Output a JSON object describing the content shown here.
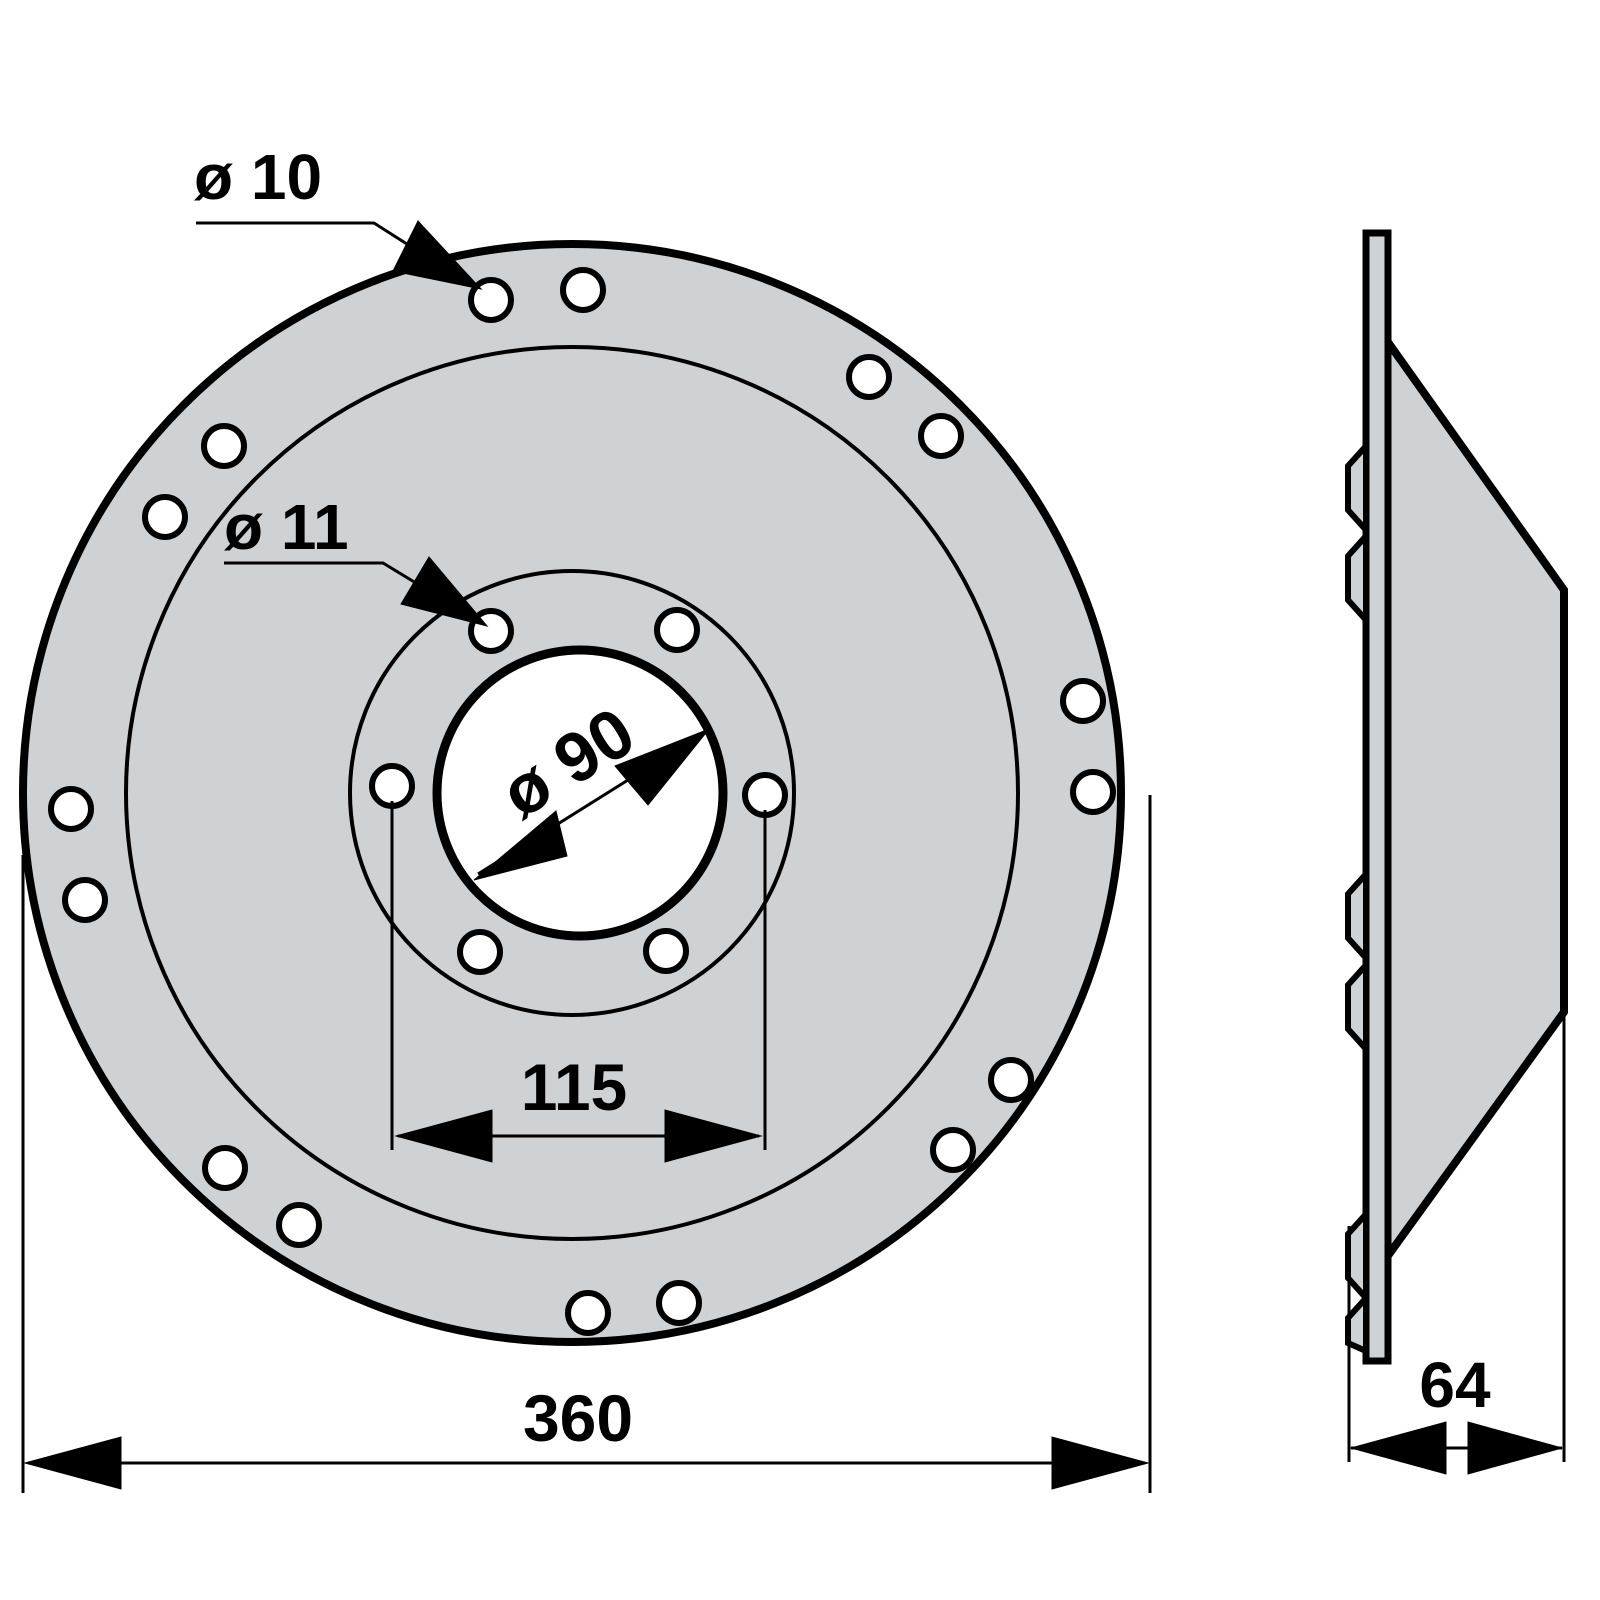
{
  "labels": {
    "hole_small": "ø 10",
    "hole_bolt": "ø 11",
    "bore": "ø 90",
    "bolt_spacing": "115",
    "outer_diameter": "360",
    "depth": "64"
  },
  "colors": {
    "disc_fill": "#cfd2d5",
    "line": "#000000",
    "background": "#ffffff"
  }
}
